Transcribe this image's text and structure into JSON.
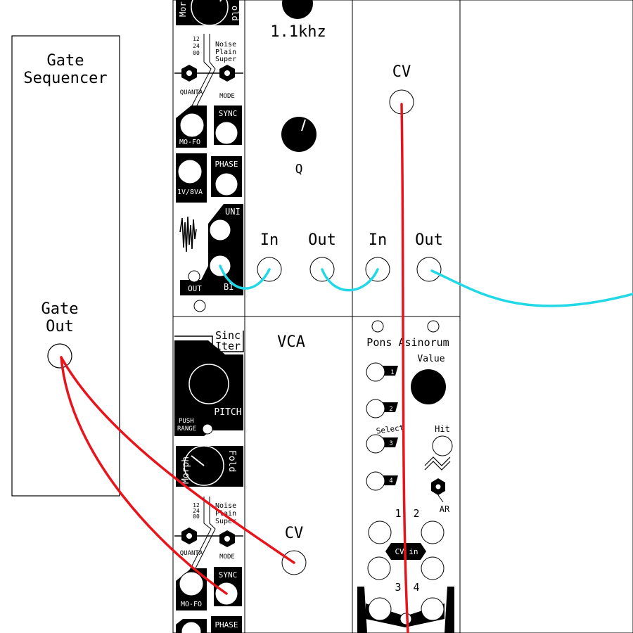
{
  "gate_sequencer": {
    "title_line1": "Gate",
    "title_line2": "Sequencer",
    "out_line1": "Gate",
    "out_line2": "Out"
  },
  "oscillator_top": {
    "knob_left": "Mor",
    "knob_right": "old",
    "mode_nums": [
      "12",
      "24",
      "00"
    ],
    "mode_names": [
      "Noise",
      "Plain",
      "Super"
    ],
    "quanta": "QUANTA",
    "mode": "MODE",
    "sync": "SYNC",
    "mofo": "MO-FO",
    "phase": "PHASE",
    "v8va": "1V/8VA",
    "uni": "UNI",
    "out": "OUT",
    "bi": "BI"
  },
  "oscillator_bottom": {
    "title_line1": "Sinc",
    "title_line2": "Iter",
    "push_range_1": "PUSH",
    "push_range_2": "RANGE",
    "pitch": "PITCH",
    "morph": "Morph",
    "fold": "Fold",
    "mode_nums": [
      "12",
      "24",
      "00"
    ],
    "mode_names": [
      "Noise",
      "Plain",
      "Super"
    ],
    "quanta": "QUANTA",
    "mode": "MODE",
    "sync": "SYNC",
    "mofo": "MO-FO",
    "phase": "PHASE"
  },
  "filter": {
    "freq": "1.1khz",
    "q": "Q",
    "in": "In",
    "out": "Out"
  },
  "cv_module": {
    "cv": "CV",
    "in": "In",
    "out": "Out"
  },
  "vca": {
    "title": "VCA",
    "cv": "CV"
  },
  "pons": {
    "title": "Pons Asinorum",
    "value": "Value",
    "select": "Select",
    "hit": "Hit",
    "ar": "AR",
    "buttons": [
      "1",
      "2",
      "3",
      "4"
    ],
    "n1": "1",
    "n2": "2",
    "n3": "3",
    "n4": "4",
    "cv_in": "CV in"
  },
  "cables": {
    "red": "#e8141c",
    "cyan": "#22d8e6"
  }
}
